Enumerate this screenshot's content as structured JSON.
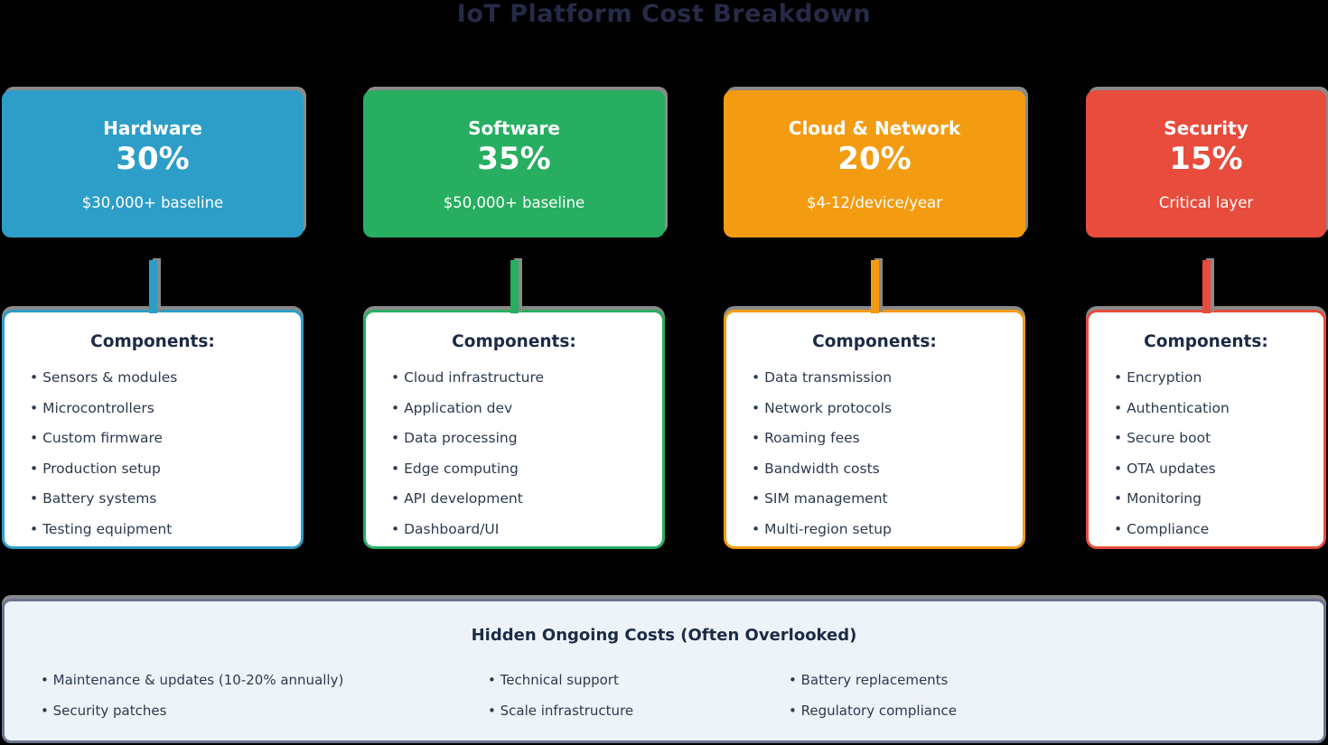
{
  "title": "IoT Platform Cost Breakdown",
  "components_heading": "Components:",
  "categories": [
    {
      "name": "Hardware",
      "percent": "30%",
      "subtitle": "$30,000+ baseline",
      "color": "#2D9EC7",
      "components": [
        "Sensors & modules",
        "Microcontrollers",
        "Custom firmware",
        "Production setup",
        "Battery systems",
        "Testing equipment"
      ]
    },
    {
      "name": "Software",
      "percent": "35%",
      "subtitle": "$50,000+ baseline",
      "color": "#27AE60",
      "components": [
        "Cloud infrastructure",
        "Application dev",
        "Data processing",
        "Edge computing",
        "API development",
        "Dashboard/UI"
      ]
    },
    {
      "name": "Cloud & Network",
      "percent": "20%",
      "subtitle": "$4-12/device/year",
      "color": "#F39C12",
      "components": [
        "Data transmission",
        "Network protocols",
        "Roaming fees",
        "Bandwidth costs",
        "SIM management",
        "Multi-region setup"
      ]
    },
    {
      "name": "Security",
      "percent": "15%",
      "subtitle": "Critical layer",
      "color": "#E74C3C",
      "components": [
        "Encryption",
        "Authentication",
        "Secure boot",
        "OTA updates",
        "Monitoring",
        "Compliance"
      ]
    }
  ],
  "hidden_costs": {
    "title": "Hidden Ongoing Costs (Often Overlooked)",
    "columns": [
      [
        "Maintenance & updates (10-20% annually)",
        "Security patches"
      ],
      [
        "Technical support",
        "Scale infrastructure"
      ],
      [
        "Battery replacements",
        "Regulatory compliance"
      ]
    ]
  },
  "colors": {
    "background": "#000000",
    "title_text": "#252b47",
    "heading_text": "#1c2b45",
    "body_text": "#2c3a4e",
    "card_text": "#ffffff",
    "shadow": "#8a8a8a",
    "panel_background": "#eef3f9",
    "panel_border": "#6b7490"
  }
}
